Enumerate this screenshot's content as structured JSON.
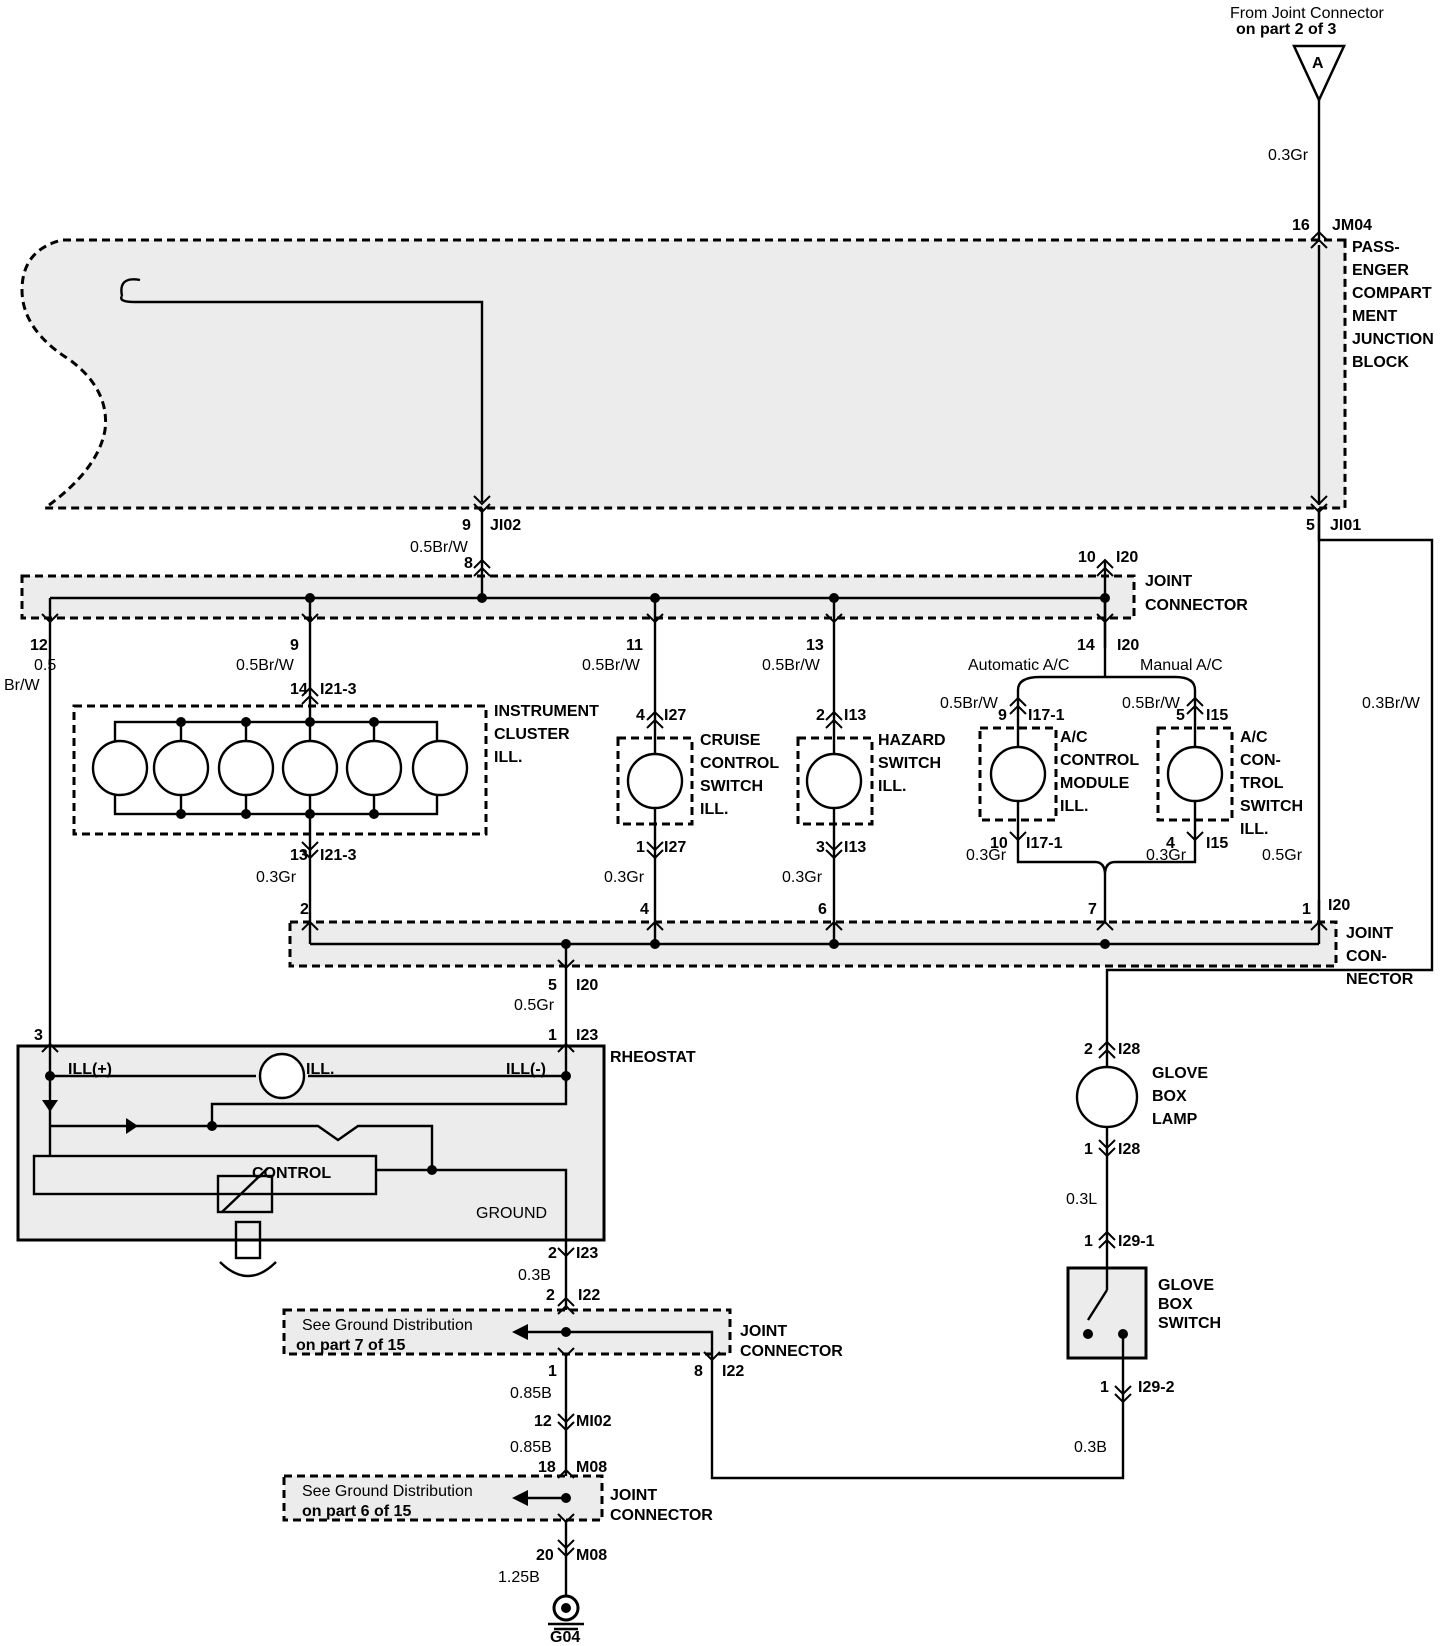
{
  "from_connector": {
    "line1": "From Joint Connector",
    "line2": "on part 2 of 3",
    "symbol": "A"
  },
  "junction_block": {
    "lines": [
      "PASS-",
      "ENGER",
      "COMPART",
      "MENT",
      "JUNCTION",
      "BLOCK"
    ]
  },
  "joint_connector_top": {
    "lines": [
      "JOINT",
      "CONNECTOR"
    ]
  },
  "joint_connector_mid": {
    "lines": [
      "JOINT",
      "CON-",
      "NECTOR"
    ]
  },
  "joint_connector_i22": {
    "lines": [
      "JOINT",
      "CONNECTOR"
    ]
  },
  "joint_connector_m08": {
    "lines": [
      "JOINT",
      "CONNECTOR"
    ]
  },
  "instrument_cluster": {
    "lines": [
      "INSTRUMENT",
      "CLUSTER",
      "ILL."
    ]
  },
  "cruise_control": {
    "lines": [
      "CRUISE",
      "CONTROL",
      "SWITCH",
      "ILL."
    ]
  },
  "hazard_switch": {
    "lines": [
      "HAZARD",
      "SWITCH",
      "ILL."
    ]
  },
  "ac_control_module": {
    "lines": [
      "A/C",
      "CONTROL",
      "MODULE",
      "ILL."
    ]
  },
  "ac_control_switch": {
    "lines": [
      "A/C",
      "CON-",
      "TROL",
      "SWITCH",
      "ILL."
    ]
  },
  "ac_variants": {
    "automatic": "Automatic A/C",
    "manual": "Manual A/C"
  },
  "rheostat": {
    "title": "RHEOSTAT",
    "ill_plus": "ILL(+)",
    "ill": "ILL.",
    "ill_minus": "ILL(-)",
    "control": "CONTROL",
    "ground": "GROUND"
  },
  "glove_box_lamp": {
    "lines": [
      "GLOVE",
      "BOX",
      "LAMP"
    ]
  },
  "glove_box_switch": {
    "lines": [
      "GLOVE",
      "BOX",
      "SWITCH"
    ]
  },
  "ground_ref_1": {
    "line1": "See Ground Distribution",
    "line2": "on part 7 of 15"
  },
  "ground_ref_2": {
    "line1": "See Ground Distribution",
    "line2": "on part 6 of 15"
  },
  "ground_point": "G04",
  "labels": [
    {
      "t": "0.3Gr",
      "bold": false
    },
    {
      "t": "16"
    },
    {
      "t": "JM04"
    },
    {
      "t": "9"
    },
    {
      "t": "JI02"
    },
    {
      "t": "0.5Br/W",
      "bold": false
    },
    {
      "t": "8"
    },
    {
      "t": "5"
    },
    {
      "t": "JI01"
    },
    {
      "t": "10"
    },
    {
      "t": "I20"
    },
    {
      "t": "12"
    },
    {
      "t": "0.5",
      "bold": false
    },
    {
      "t": "Br/W",
      "bold": false
    },
    {
      "t": "9"
    },
    {
      "t": "0.5Br/W",
      "bold": false
    },
    {
      "t": "11"
    },
    {
      "t": "0.5Br/W",
      "bold": false
    },
    {
      "t": "13"
    },
    {
      "t": "0.5Br/W",
      "bold": false
    },
    {
      "t": "14"
    },
    {
      "t": "I20"
    },
    {
      "t": "14"
    },
    {
      "t": "I21-3"
    },
    {
      "t": "4"
    },
    {
      "t": "I27"
    },
    {
      "t": "2"
    },
    {
      "t": "I13"
    },
    {
      "t": "0.5Br/W",
      "bold": false
    },
    {
      "t": "9"
    },
    {
      "t": "I17-1"
    },
    {
      "t": "0.5Br/W",
      "bold": false
    },
    {
      "t": "5"
    },
    {
      "t": "I15"
    },
    {
      "t": "0.3Br/W",
      "bold": false
    },
    {
      "t": "13"
    },
    {
      "t": "I21-3"
    },
    {
      "t": "0.3Gr",
      "bold": false
    },
    {
      "t": "1"
    },
    {
      "t": "I27"
    },
    {
      "t": "0.3Gr",
      "bold": false
    },
    {
      "t": "3"
    },
    {
      "t": "I13"
    },
    {
      "t": "0.3Gr",
      "bold": false
    },
    {
      "t": "10"
    },
    {
      "t": "I17-1"
    },
    {
      "t": "0.3Gr",
      "bold": false
    },
    {
      "t": "4"
    },
    {
      "t": "I15"
    },
    {
      "t": "0.3Gr",
      "bold": false
    },
    {
      "t": "0.5Gr",
      "bold": false
    },
    {
      "t": "2"
    },
    {
      "t": "4"
    },
    {
      "t": "6"
    },
    {
      "t": "7"
    },
    {
      "t": "1"
    },
    {
      "t": "I20"
    },
    {
      "t": "5"
    },
    {
      "t": "I20"
    },
    {
      "t": "0.5Gr",
      "bold": false
    },
    {
      "t": "3"
    },
    {
      "t": "1"
    },
    {
      "t": "I23"
    },
    {
      "t": "2"
    },
    {
      "t": "I28"
    },
    {
      "t": "1"
    },
    {
      "t": "I28"
    },
    {
      "t": "0.3L",
      "bold": false
    },
    {
      "t": "1"
    },
    {
      "t": "I29-1"
    },
    {
      "t": "1"
    },
    {
      "t": "I29-2"
    },
    {
      "t": "0.3B",
      "bold": false
    },
    {
      "t": "2"
    },
    {
      "t": "I23"
    },
    {
      "t": "0.3B",
      "bold": false
    },
    {
      "t": "2"
    },
    {
      "t": "I22"
    },
    {
      "t": "1"
    },
    {
      "t": "8"
    },
    {
      "t": "I22"
    },
    {
      "t": "0.85B",
      "bold": false
    },
    {
      "t": "12"
    },
    {
      "t": "MI02"
    },
    {
      "t": "0.85B",
      "bold": false
    },
    {
      "t": "18"
    },
    {
      "t": "M08"
    },
    {
      "t": "20"
    },
    {
      "t": "M08"
    },
    {
      "t": "1.25B",
      "bold": false
    }
  ]
}
